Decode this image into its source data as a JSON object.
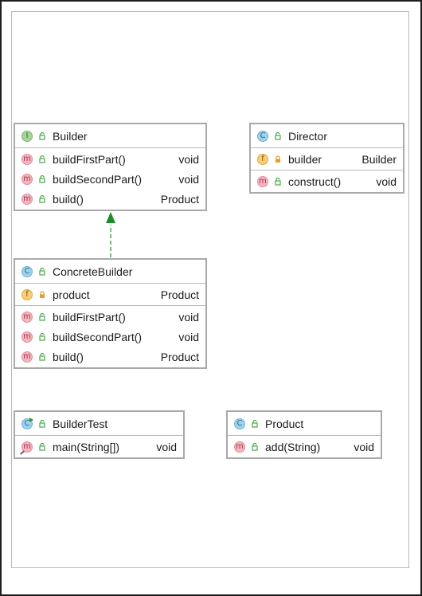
{
  "diagram": {
    "classes": [
      {
        "id": "builder",
        "kind": "interface",
        "badge": "I",
        "name": "Builder",
        "fields": [],
        "methods": [
          {
            "badge": "m",
            "name": "buildFirstPart()",
            "type": "void"
          },
          {
            "badge": "m",
            "name": "buildSecondPart()",
            "type": "void"
          },
          {
            "badge": "m",
            "name": "build()",
            "type": "Product"
          }
        ]
      },
      {
        "id": "director",
        "kind": "class",
        "badge": "C",
        "name": "Director",
        "fields": [
          {
            "badge": "f",
            "name": "builder",
            "type": "Builder"
          }
        ],
        "methods": [
          {
            "badge": "m",
            "name": "construct()",
            "type": "void"
          }
        ]
      },
      {
        "id": "concrete-builder",
        "kind": "class",
        "badge": "C",
        "name": "ConcreteBuilder",
        "fields": [
          {
            "badge": "f",
            "name": "product",
            "type": "Product"
          }
        ],
        "methods": [
          {
            "badge": "m",
            "name": "buildFirstPart()",
            "type": "void"
          },
          {
            "badge": "m",
            "name": "buildSecondPart()",
            "type": "void"
          },
          {
            "badge": "m",
            "name": "build()",
            "type": "Product"
          }
        ]
      },
      {
        "id": "builder-test",
        "kind": "class",
        "badge": "C",
        "name": "BuilderTest",
        "fields": [],
        "methods": [
          {
            "badge": "m",
            "name": "main(String[])",
            "type": "void"
          }
        ]
      },
      {
        "id": "product",
        "kind": "class",
        "badge": "C",
        "name": "Product",
        "fields": [],
        "methods": [
          {
            "badge": "m",
            "name": "add(String)",
            "type": "void"
          }
        ]
      }
    ],
    "relations": [
      {
        "from": "concrete-builder",
        "to": "builder",
        "type": "realization"
      }
    ],
    "colors": {
      "realization_arrow": "#2f9a3a",
      "class_border": "#a9a9a9",
      "badge_class": "#9ed2ec",
      "badge_interface": "#a7d49d",
      "badge_field": "#f6cf7a",
      "badge_method": "#f3b6c0",
      "public_icon": "#4aa84a",
      "private_icon": "#e0a030"
    }
  }
}
